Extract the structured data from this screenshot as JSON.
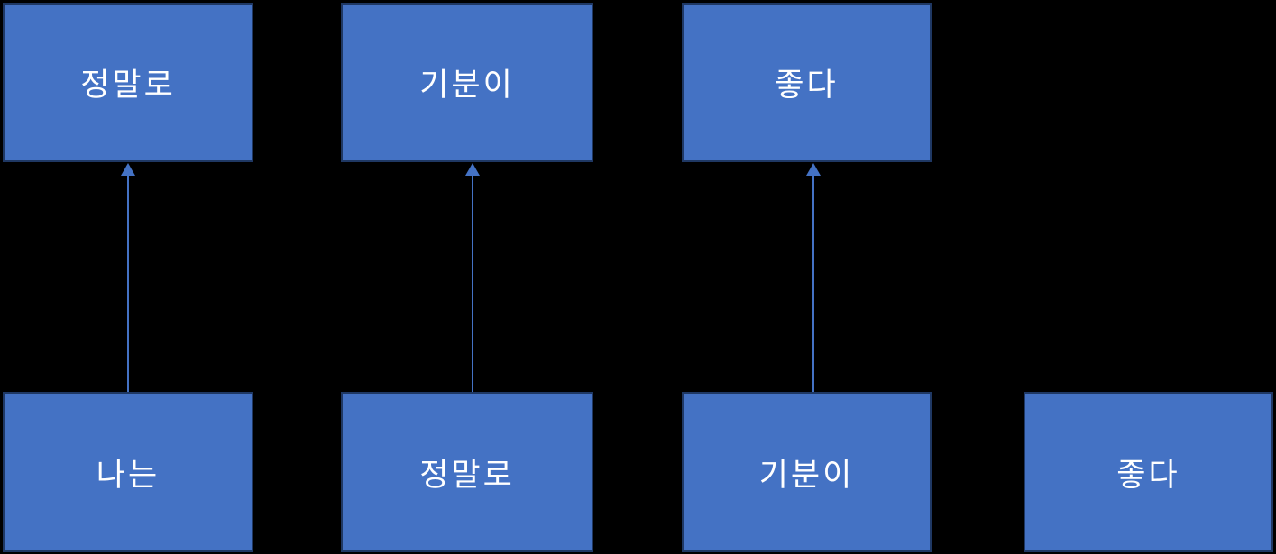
{
  "diagram": {
    "title": "korean-next-word-prediction-diagram",
    "sentence": "나는 정말로 기분이 좋다",
    "colors": {
      "background": "#000000",
      "box_fill": "#4472C4",
      "box_border": "#1F3864",
      "arrow": "#4472C4",
      "text": "#FFFFFF"
    },
    "top_row": {
      "boxes": [
        {
          "label": "정말로"
        },
        {
          "label": "기분이"
        },
        {
          "label": "좋다"
        }
      ]
    },
    "bottom_row": {
      "boxes": [
        {
          "label": "나는"
        },
        {
          "label": "정말로"
        },
        {
          "label": "기분이"
        },
        {
          "label": "좋다"
        }
      ]
    },
    "arrows": [
      {
        "from": "나는",
        "to": "정말로",
        "direction": "up"
      },
      {
        "from": "정말로",
        "to": "기분이",
        "direction": "up"
      },
      {
        "from": "기분이",
        "to": "좋다",
        "direction": "up"
      }
    ]
  }
}
